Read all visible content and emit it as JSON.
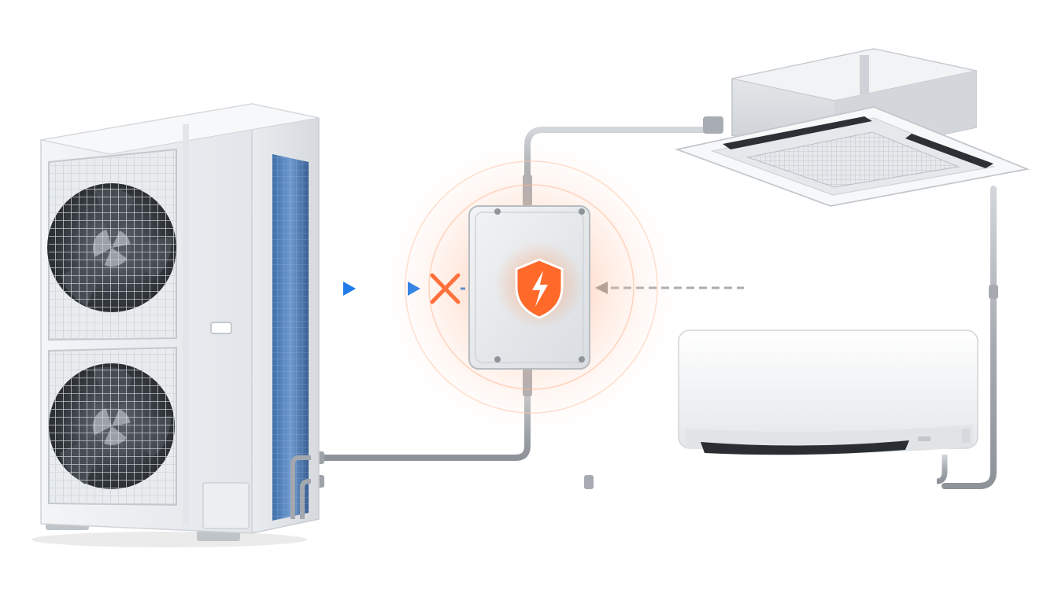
{
  "diagram": {
    "components": [
      {
        "id": "outdoor-unit",
        "kind": "condenser-with-two-fans"
      },
      {
        "id": "protection-box",
        "kind": "junction-box",
        "icon": "shield-lightning-icon"
      },
      {
        "id": "ceiling-cassette",
        "kind": "indoor-cassette-unit"
      },
      {
        "id": "wall-unit",
        "kind": "indoor-wall-split-unit"
      }
    ],
    "signals": [
      {
        "id": "incoming-surge",
        "direction": "left-to-right",
        "color": "#1e90ff",
        "status": "blocked",
        "marker": "x-mark-icon"
      },
      {
        "id": "downstream-side",
        "direction": "right-to-left",
        "color": "#9a9a9a",
        "status": "passive"
      }
    ],
    "colors": {
      "accent": "#ff6a2b",
      "surge": "#1e90ff",
      "block": "#ff5a1f",
      "pipe": "#b8bcc2",
      "metal": "#e9ecef"
    },
    "labels": []
  }
}
